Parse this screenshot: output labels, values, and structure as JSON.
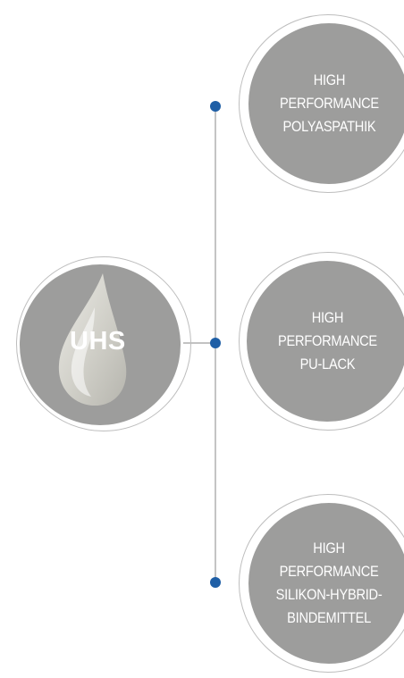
{
  "hub": {
    "label": "UHS",
    "icon": "droplet-icon"
  },
  "nodes": [
    {
      "lines": [
        "HIGH",
        "PERFORMANCE",
        "POLYASPATHIK"
      ]
    },
    {
      "lines": [
        "HIGH",
        "PERFORMANCE",
        "PU-LACK"
      ]
    },
    {
      "lines": [
        "HIGH",
        "PERFORMANCE",
        "SILIKON-HYBRID-",
        "BINDEMITTEL"
      ]
    }
  ],
  "colors": {
    "circle_fill": "#9d9d9c",
    "ring_stroke": "#bdbdbd",
    "connector": "#9e9e9e",
    "dot": "#1f5fa6",
    "text": "#ffffff"
  }
}
